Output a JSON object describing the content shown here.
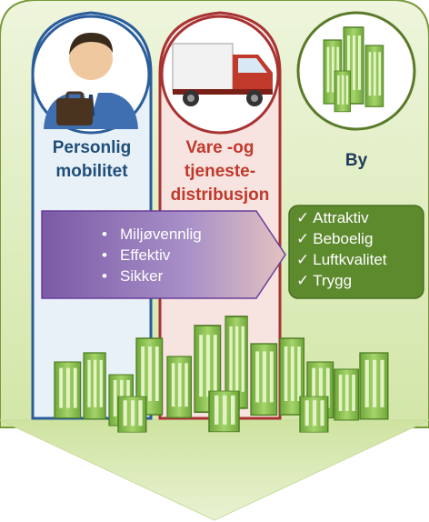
{
  "columns": {
    "personlig": {
      "line1": "Personlig",
      "line2": "mobilitet",
      "icon": "businessman-icon"
    },
    "vare": {
      "line1": "Vare -og",
      "line2": "tjeneste-",
      "line3": "distribusjon",
      "icon": "truck-icon"
    },
    "by": {
      "label": "By",
      "icon": "city-icon"
    }
  },
  "arrow_box": {
    "items": [
      "Miljøvennlig",
      "Effektiv",
      "Sikker"
    ]
  },
  "checklist": {
    "mark": "✓",
    "items": [
      "Attraktiv",
      "Beboelig",
      "Luftkvalitet",
      "Trygg"
    ]
  },
  "colors": {
    "outer_fill": "#d9e8b6",
    "outer_stroke": "#7a9a3a",
    "blue": "#1f4e79",
    "red": "#a83232",
    "purple": "#8e6bb0",
    "green_box": "#5e8a2e",
    "building": "#8cc152"
  }
}
